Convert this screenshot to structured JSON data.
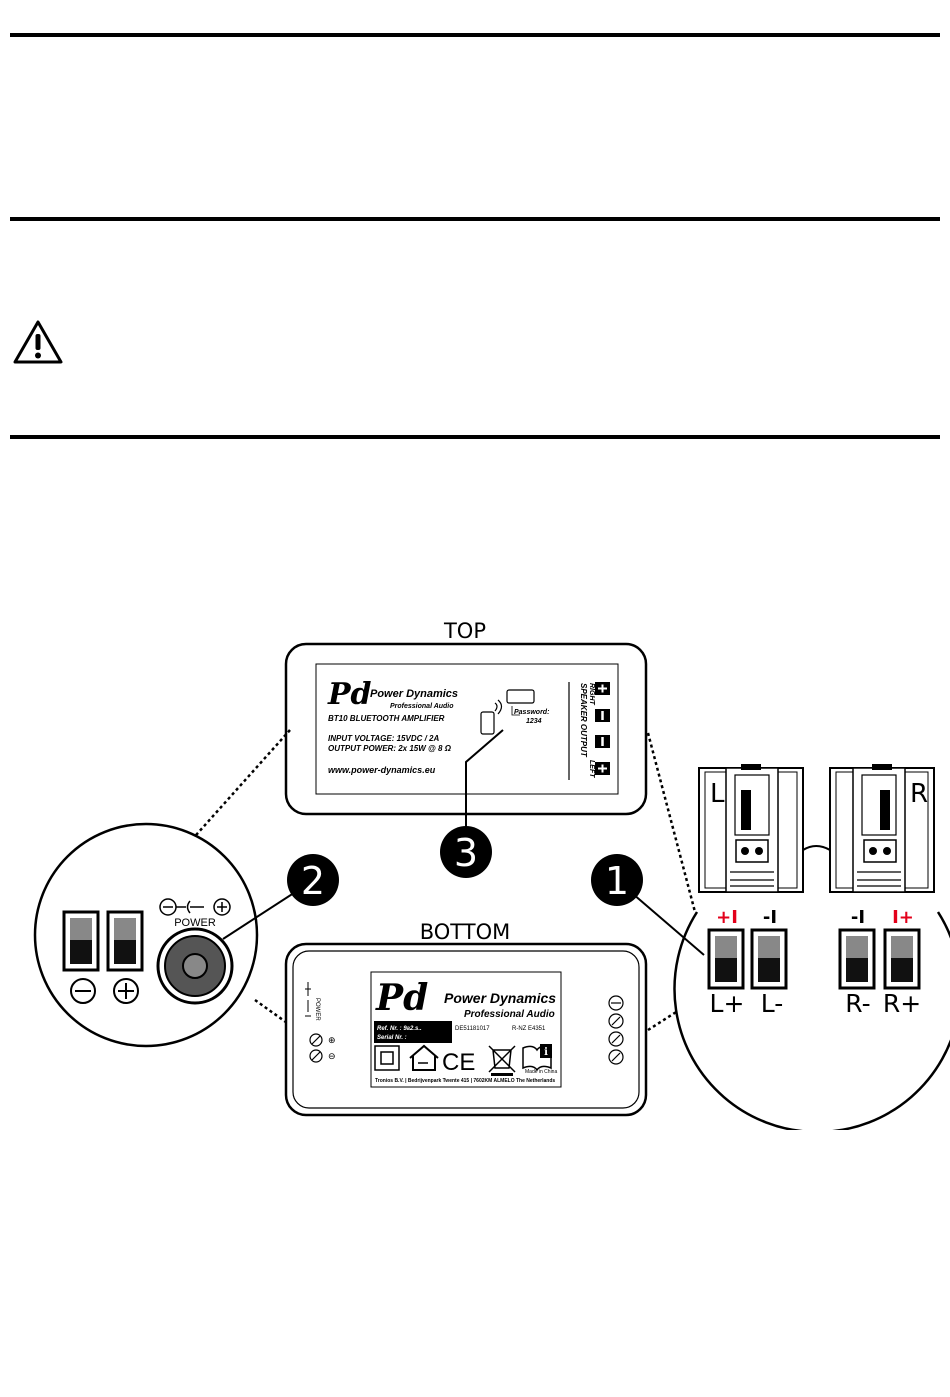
{
  "rules_color": "#000000",
  "warning": {
    "icon": "warning-triangle-icon"
  },
  "diagram": {
    "top_label": "TOP",
    "bottom_label": "BOTTOM",
    "callouts": [
      "1",
      "2",
      "3"
    ],
    "top_panel": {
      "brand": "Power Dynamics",
      "brand_sub": "Professional Audio",
      "model": "BT10 BLUETOOTH AMPLIFIER",
      "input_voltage": "INPUT VOLTAGE:   15VDC / 2A",
      "output_power": "OUTPUT POWER: 2x 15W @ 8 Ω",
      "website": "www.power-dynamics.eu",
      "password_label": "Password:",
      "password_value": "1234",
      "speaker_output": "SPEAKER OUTPUT",
      "right": "RIGHT",
      "left": "LEFT"
    },
    "power_detail": {
      "power_label": "POWER",
      "minus": "⊖",
      "plus": "⊕"
    },
    "bottom_panel": {
      "brand": "Power Dynamics",
      "brand_sub": "Professional Audio",
      "ref_label": "Ref. Nr.   : 9a2.s..",
      "serial_label": "Serial Nr. :",
      "power_text": "POWER",
      "cert": "DE51181017",
      "rinz": "R-NZ E4351",
      "made_in": "Made in China",
      "address": "Tronios B.V. | Bedrijvenpark Twente 415 | 7602KM ALMELO The Netherlands",
      "ce": "CE"
    },
    "speakers": {
      "left_label": "L",
      "right_label": "R",
      "terminals": {
        "l_plus_top": "+I",
        "l_minus_top": "-I",
        "r_minus_top": "-I",
        "r_plus_top": "I+",
        "l_plus": "L+",
        "l_minus": "L-",
        "r_minus": "R-",
        "r_plus": "R+"
      },
      "accent_color": "#e3001b"
    }
  }
}
